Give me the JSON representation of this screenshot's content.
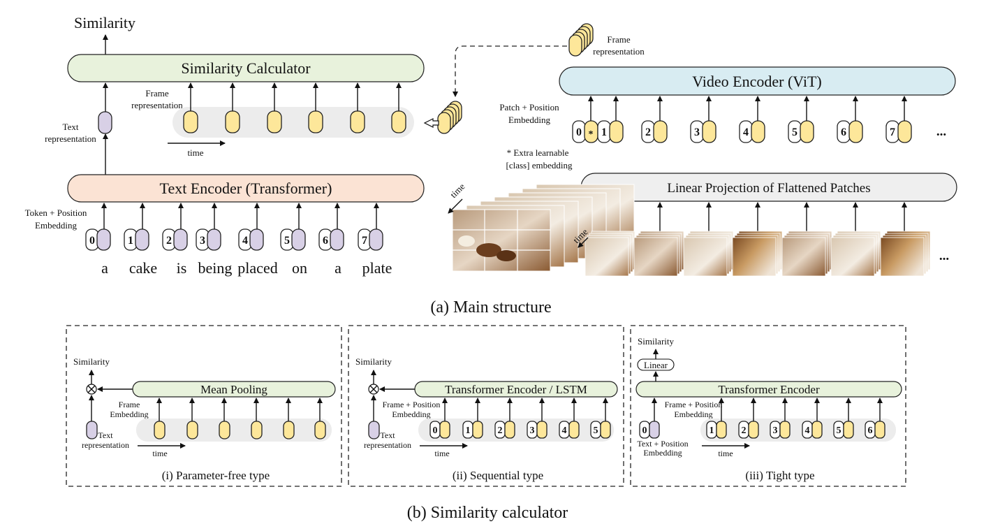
{
  "main": {
    "similarity_top": "Similarity",
    "similarity_calculator": "Similarity Calculator",
    "frame_repr_left": [
      "Frame",
      "representation"
    ],
    "frame_repr_right": [
      "Frame",
      "representation"
    ],
    "text_repr": [
      "Text",
      "representation"
    ],
    "time_label": "time",
    "text_encoder": "Text Encoder (Transformer)",
    "token_pos": [
      "Token + Position",
      "Embedding"
    ],
    "token_indices": [
      "0",
      "1",
      "2",
      "3",
      "4",
      "5",
      "6",
      "7"
    ],
    "words": [
      "a",
      "cake",
      "is",
      "being",
      "placed",
      "on",
      "a",
      "plate"
    ],
    "video_encoder": "Video Encoder (ViT)",
    "patch_pos": [
      "Patch + Position",
      "Embedding"
    ],
    "patch_indices": [
      "0",
      "1",
      "2",
      "3",
      "4",
      "5",
      "6",
      "7"
    ],
    "class_star": "*",
    "extra_class": [
      "* Extra learnable",
      "[class] embedding"
    ],
    "linear_projection": "Linear Projection of Flattened Patches",
    "ellipsis": "...",
    "caption": "(a) Main structure"
  },
  "sub": {
    "caption": "(b) Similarity calculator",
    "panels": [
      {
        "similarity": "Similarity",
        "encoder": "Mean Pooling",
        "emb_label": [
          "Frame",
          "Embedding"
        ],
        "text_repr": [
          "Text",
          "representation"
        ],
        "time": "time",
        "caption": "(i) Parameter-free type"
      },
      {
        "similarity": "Similarity",
        "encoder": "Transformer Encoder / LSTM",
        "emb_label": [
          "Frame + Position",
          "Embedding"
        ],
        "text_repr": [
          "Text",
          "representation"
        ],
        "indices": [
          "0",
          "1",
          "2",
          "3",
          "4",
          "5"
        ],
        "time": "time",
        "caption": "(ii) Sequential type"
      },
      {
        "similarity": "Similarity",
        "linear": "Linear",
        "encoder": "Transformer Encoder",
        "emb_label": [
          "Frame + Position",
          "Embedding"
        ],
        "text_pos": [
          "Text + Position",
          "Embedding"
        ],
        "text_index": "0",
        "indices": [
          "1",
          "2",
          "3",
          "4",
          "5",
          "6"
        ],
        "time": "time",
        "caption": "(iii) Tight type"
      }
    ]
  },
  "colors": {
    "similarity_box": "#e8f2dc",
    "text_encoder_box": "#fbe3d4",
    "video_encoder_box": "#d8ecf2",
    "projection_box": "#efefef",
    "frame_token": "#fde79a",
    "text_token": "#d8d0e6"
  }
}
